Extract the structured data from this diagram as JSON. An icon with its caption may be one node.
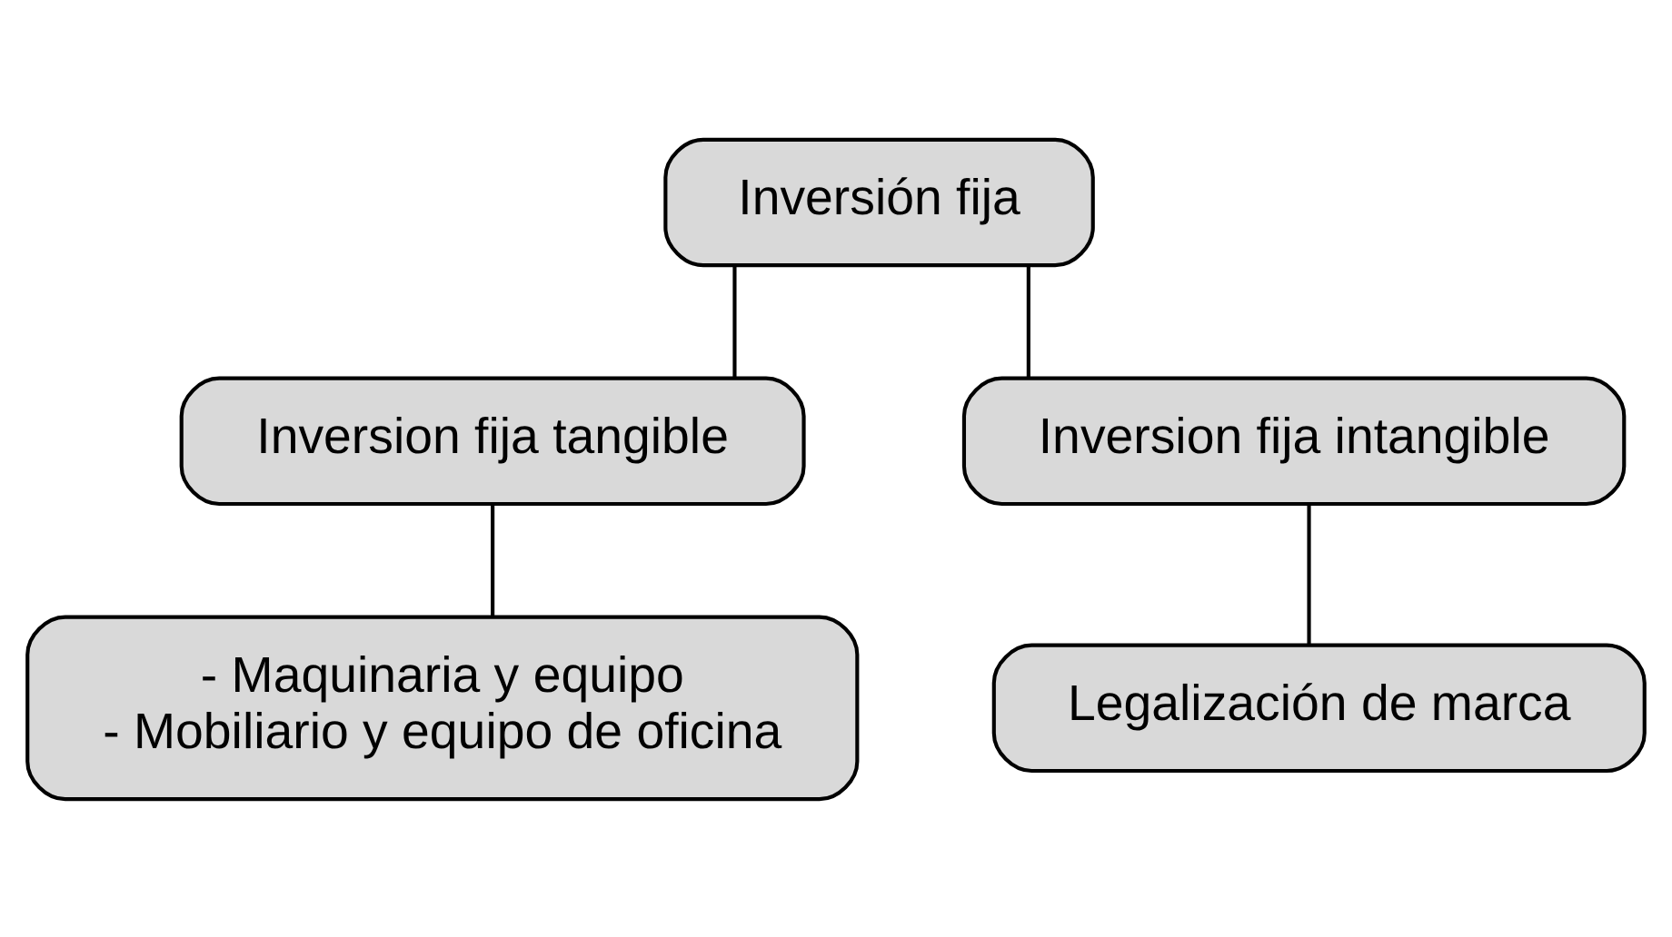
{
  "diagram": {
    "nodes": [
      {
        "text": [
          "Inversión fija"
        ]
      },
      {
        "text": [
          "Inversion fija tangible"
        ]
      },
      {
        "text": [
          "Inversion fija intangible"
        ]
      },
      {
        "text": [
          "- Maquinaria y equipo",
          "- Mobiliario y equipo de oficina"
        ]
      },
      {
        "text": [
          "Legalización de marca"
        ]
      }
    ],
    "edges": [
      {
        "from": 0,
        "to": 1,
        "arrow": "none"
      },
      {
        "from": 0,
        "to": 2,
        "arrow": "none"
      },
      {
        "from": 1,
        "to": 3,
        "arrow": "none"
      },
      {
        "from": 2,
        "to": 4,
        "arrow": "none"
      }
    ]
  }
}
